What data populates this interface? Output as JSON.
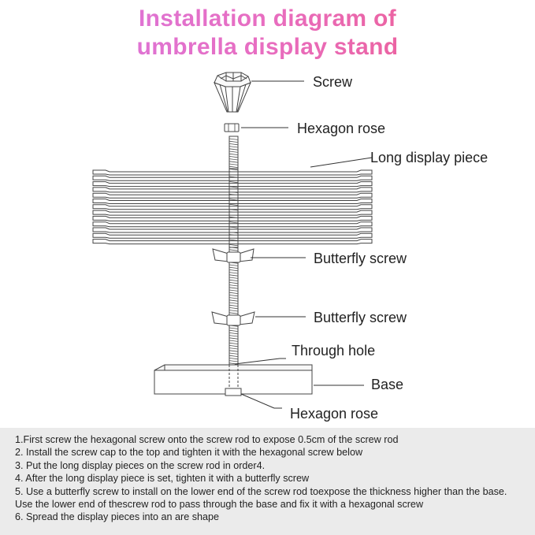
{
  "title": {
    "line1": "Installation diagram of",
    "line2": "umbrella display stand",
    "gradient_colors": [
      "#d67ae6",
      "#e86dc0",
      "#ef5a84"
    ]
  },
  "labels": {
    "screw": "Screw",
    "hexagon_rose_top": "Hexagon rose",
    "long_display_piece": "Long display piece",
    "butterfly_screw_1": "Butterfly screw",
    "butterfly_screw_2": "Butterfly screw",
    "through_hole": "Through hole",
    "base": "Base",
    "hexagon_rose_bottom": "Hexagon rose"
  },
  "notes": [
    "1.First screw the hexagonal screw onto the screw rod to expose 0.5cm of the screw rod",
    "2. Install the screw cap to the top and tighten it with the hexagonal screw below",
    "3. Put the long display pieces on the screw rod in order4.",
    "4. After the long display piece is set, tighten it with a butterfly screw",
    "5. Use a butterfly screw to install on the lower end of the screw rod toexpose the thickness higher than the base. Use the lower end of thescrew rod to pass through the base and fix it with a hexagonal screw",
    "6. Spread the display pieces into an are shape"
  ],
  "display_piece_count": 13,
  "colors": {
    "notes_background": "#ebebeb",
    "line": "#333333"
  }
}
